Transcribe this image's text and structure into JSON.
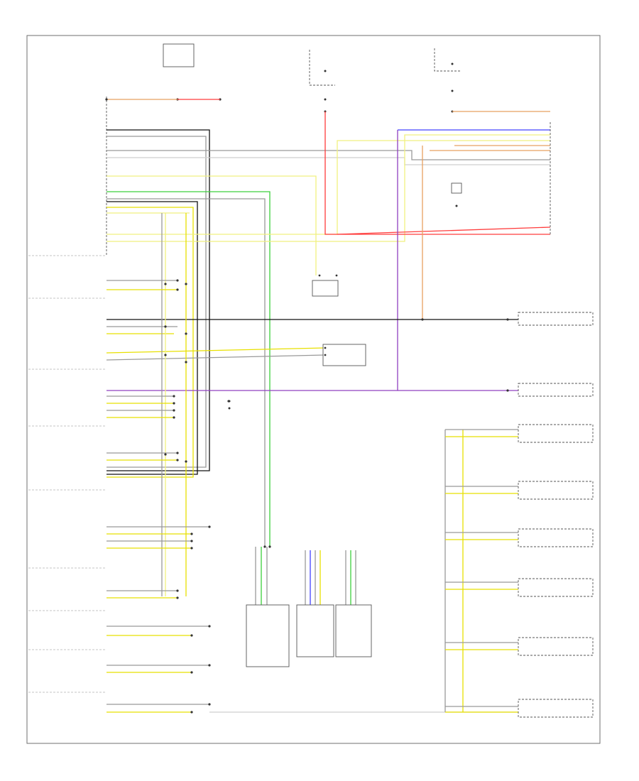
{
  "colors": {
    "red": "#ff3c3c",
    "orange": "#e8a060",
    "yellow": "#e8e000",
    "pale_yellow": "#f0f080",
    "green": "#3ccf3c",
    "blue": "#4040ff",
    "purple": "#9040c0",
    "black": "#111111",
    "gray": "#999999",
    "light_gray": "#cfcfcf",
    "white_wire": "#d8d8d8"
  },
  "wire_legend": {
    "can_high": "yellow",
    "can_low": "gray",
    "power": "red",
    "diag": "purple"
  },
  "footer": {
    "code": ""
  }
}
